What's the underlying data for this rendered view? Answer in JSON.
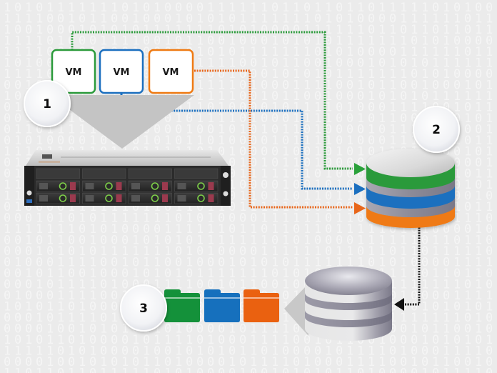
{
  "diagram": {
    "title": "VM backup flow",
    "background_digits": "1110011100110001110011100110011100011011100010110011100100111010010011101100101110010111001110",
    "colors": {
      "background": "#ebebeb",
      "digit": "#f5f5f5",
      "green": "#2a9a3a",
      "blue": "#1b6fbf",
      "orange": "#ef7a12",
      "orange_line": "#e8661a",
      "folder_green": "#14913a",
      "folder_blue": "#1670bd",
      "folder_orange": "#ea6110",
      "funnel": "#c4c4c4",
      "arrow_black": "#111111"
    },
    "vms": [
      {
        "label": "VM",
        "color": "green"
      },
      {
        "label": "VM",
        "color": "blue"
      },
      {
        "label": "VM",
        "color": "orange"
      }
    ],
    "steps": [
      {
        "number": "1",
        "subject": "Server with virtual machines"
      },
      {
        "number": "2",
        "subject": "Primary storage"
      },
      {
        "number": "3",
        "subject": "Restored files"
      }
    ],
    "server": {
      "brand_icon": "hp-logo-icon",
      "drive_bays": 8
    },
    "storage_layers": [
      "green",
      "blue",
      "orange"
    ],
    "folders": [
      "green",
      "blue",
      "orange"
    ]
  }
}
